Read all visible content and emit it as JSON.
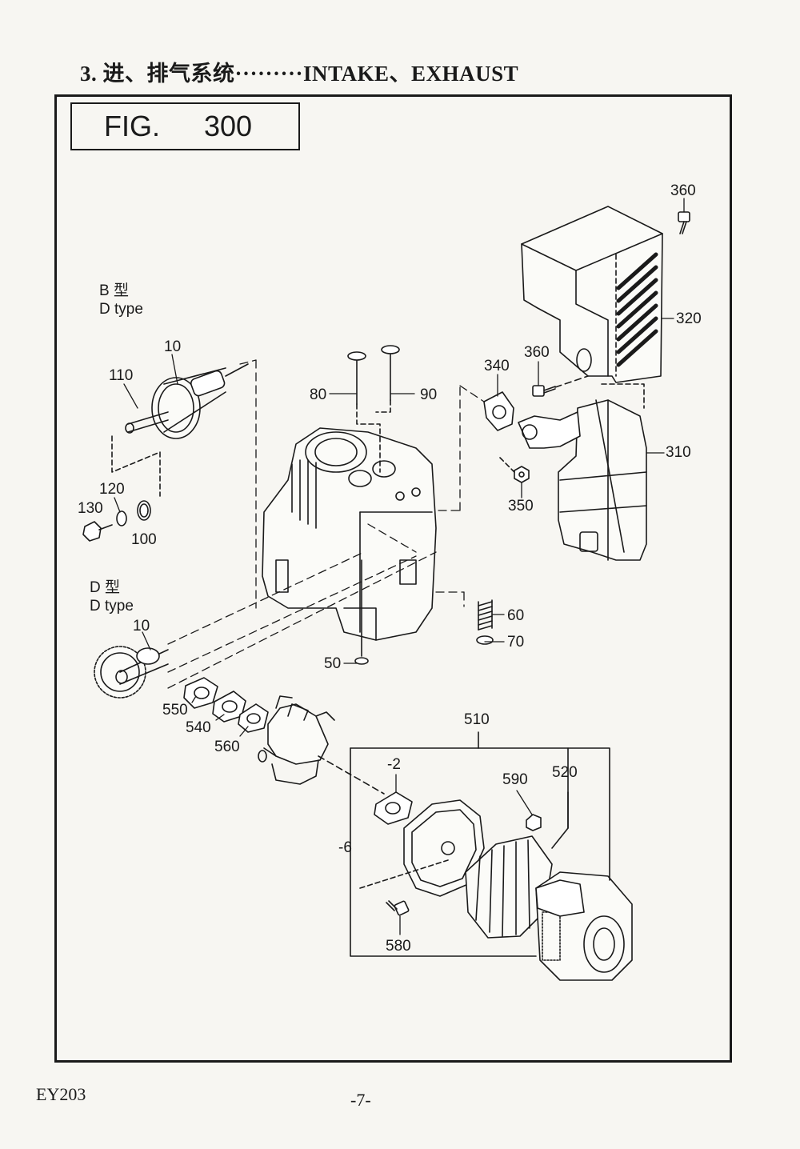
{
  "header": {
    "section_title": "3. 进、排气系统·········INTAKE、EXHAUST"
  },
  "figure": {
    "fig_word": "FIG.",
    "fig_number": "300"
  },
  "notes": {
    "b_type_cn": "B 型",
    "b_type_en": "D type",
    "d_type_cn": "D 型",
    "d_type_en": "D type"
  },
  "labels": [
    "360",
    "320",
    "360",
    "340",
    "310",
    "350",
    "10",
    "110",
    "80",
    "90",
    "120",
    "130",
    "100",
    "10",
    "60",
    "70",
    "50",
    "550",
    "540",
    "560",
    "510",
    "-2",
    "590",
    "520",
    "-6",
    "580"
  ],
  "footer": {
    "model": "EY203",
    "page": "-7-"
  }
}
